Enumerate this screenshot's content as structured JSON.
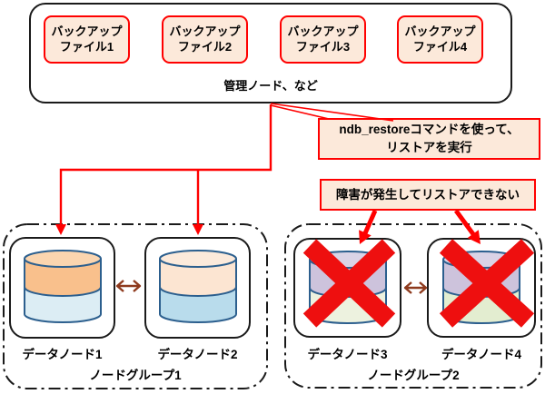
{
  "management": {
    "label": "管理ノード、など",
    "backup_files": [
      {
        "label": "バックアップ\nファイル1"
      },
      {
        "label": "バックアップ\nファイル2"
      },
      {
        "label": "バックアップ\nファイル3"
      },
      {
        "label": "バックアップ\nファイル4"
      }
    ]
  },
  "callouts": {
    "restore": "ndb_restoreコマンドを使って、\nリストアを実行",
    "failure": "障害が発生してリストアできない"
  },
  "node_groups": [
    {
      "label": "ノードグループ1",
      "nodes": [
        {
          "label": "データノード1",
          "status": "restored"
        },
        {
          "label": "データノード2",
          "status": "restored"
        }
      ]
    },
    {
      "label": "ノードグループ2",
      "nodes": [
        {
          "label": "データノード3",
          "status": "failed"
        },
        {
          "label": "データノード4",
          "status": "failed"
        }
      ]
    }
  ],
  "colors": {
    "accent-red": "#ff0000",
    "x-red": "#ee0f0f",
    "box-fill": "#fce9da",
    "arrow-brown": "#8e3a1d",
    "cyl-stroke": "#2c5f8e",
    "dn1-top": "#f9c08c",
    "dn1-ellipse": "#fbd5af",
    "dn1-bottom": "#dcedf4",
    "dn2-top": "#fce5d2",
    "dn2-ellipse": "#fceadb",
    "dn2-bottom": "#b9dcec",
    "dn3-top": "#cdc3dc",
    "dn3-ellipse": "#dad3e6",
    "dn3-bottom": "#edf2df",
    "dn4-top": "#cdc3dc",
    "dn4-ellipse": "#dad3e6",
    "dn4-bottom": "#e3edd0"
  }
}
